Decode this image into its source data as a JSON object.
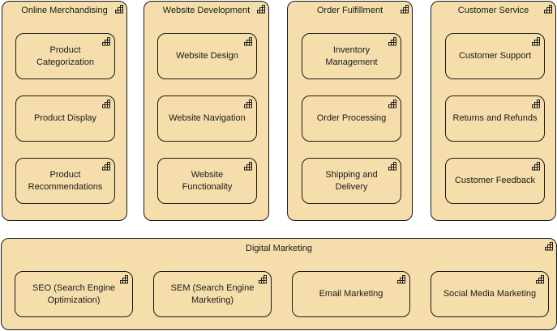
{
  "colors": {
    "fill": "#f5deab",
    "stroke": "#1a1a1a"
  },
  "icon_name": "capability-icon",
  "groups": [
    {
      "title": "Online Merchandising",
      "items": [
        "Product Categorization",
        "Product Display",
        "Product Recommendations"
      ]
    },
    {
      "title": "Website Development",
      "items": [
        "Website Design",
        "Website Navigation",
        "Website Functionality"
      ]
    },
    {
      "title": "Order Fulfillment",
      "items": [
        "Inventory Management",
        "Order Processing",
        "Shipping and Delivery"
      ]
    },
    {
      "title": "Customer Service",
      "items": [
        "Customer Support",
        "Returns and Refunds",
        "Customer Feedback"
      ]
    }
  ],
  "digital_marketing": {
    "title": "Digital Marketing",
    "items": [
      "SEO (Search Engine Optimization)",
      "SEM (Search Engine Marketing)",
      "Email Marketing",
      "Social Media Marketing"
    ]
  }
}
